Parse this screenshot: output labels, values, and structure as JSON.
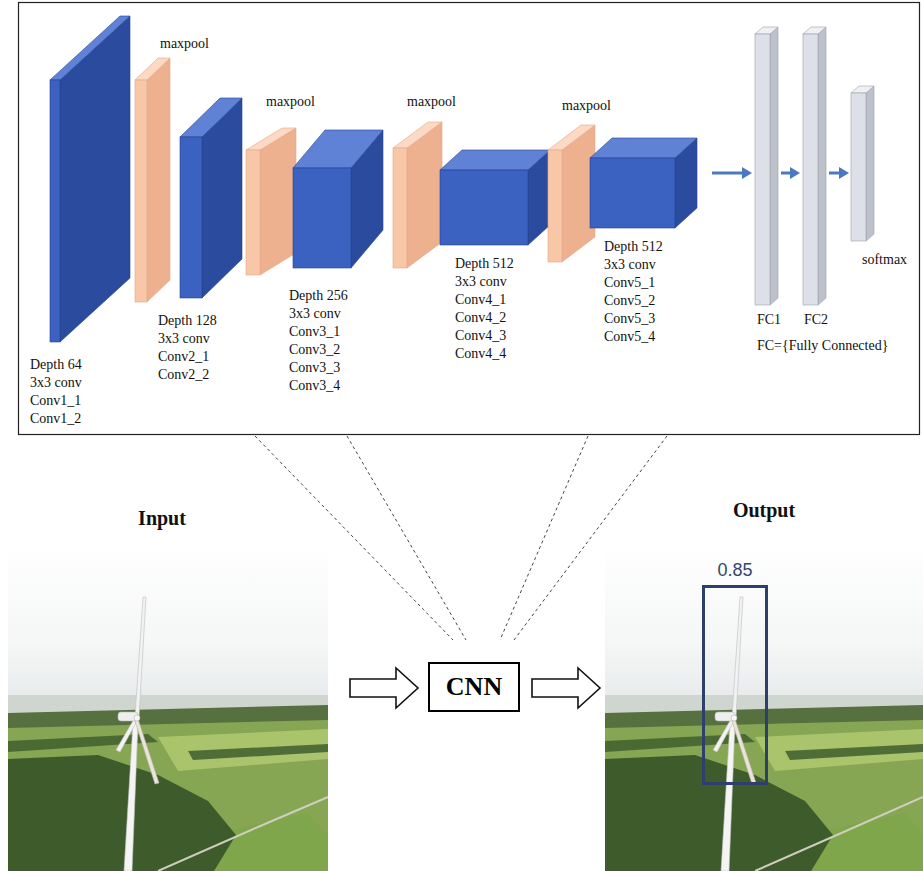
{
  "diagram": {
    "nodes": [
      {
        "text": [
          "Depth 64",
          "3x3 conv",
          "Conv1_1",
          "Conv1_2"
        ]
      },
      {
        "text": [
          "maxpool"
        ]
      },
      {
        "text": [
          "Depth 128",
          "3x3 conv",
          "Conv2_1",
          "Conv2_2"
        ]
      },
      {
        "text": [
          "maxpool"
        ]
      },
      {
        "text": [
          "Depth 256",
          "3x3 conv",
          "Conv3_1",
          "Conv3_2",
          "Conv3_3",
          "Conv3_4"
        ]
      },
      {
        "text": [
          "maxpool"
        ]
      },
      {
        "text": [
          "Depth 512",
          "3x3 conv",
          "Conv4_1",
          "Conv4_2",
          "Conv4_3",
          "Conv4_4"
        ]
      },
      {
        "text": [
          "maxpool"
        ]
      },
      {
        "text": [
          "Depth 512",
          "3x3 conv",
          "Conv5_1",
          "Conv5_2",
          "Conv5_3",
          "Conv5_4"
        ]
      },
      {
        "text": [
          "FC1"
        ]
      },
      {
        "text": [
          "FC2"
        ]
      },
      {
        "text": [
          "softmax"
        ]
      },
      {
        "text": [
          "Input"
        ]
      },
      {
        "text": [
          "CNN"
        ]
      },
      {
        "text": [
          "Output"
        ]
      },
      {
        "text": [
          "0.85"
        ],
        "in": 14
      }
    ],
    "edges": [
      {
        "from": 8,
        "to": 9,
        "arrow": "to"
      },
      {
        "from": 9,
        "to": 10,
        "arrow": "to"
      },
      {
        "from": 10,
        "to": 11,
        "arrow": "to"
      },
      {
        "from": 12,
        "to": 13,
        "arrow": "to"
      },
      {
        "from": 13,
        "to": 14,
        "arrow": "to"
      }
    ],
    "labels": [
      "FC={Fully Connected}"
    ]
  }
}
